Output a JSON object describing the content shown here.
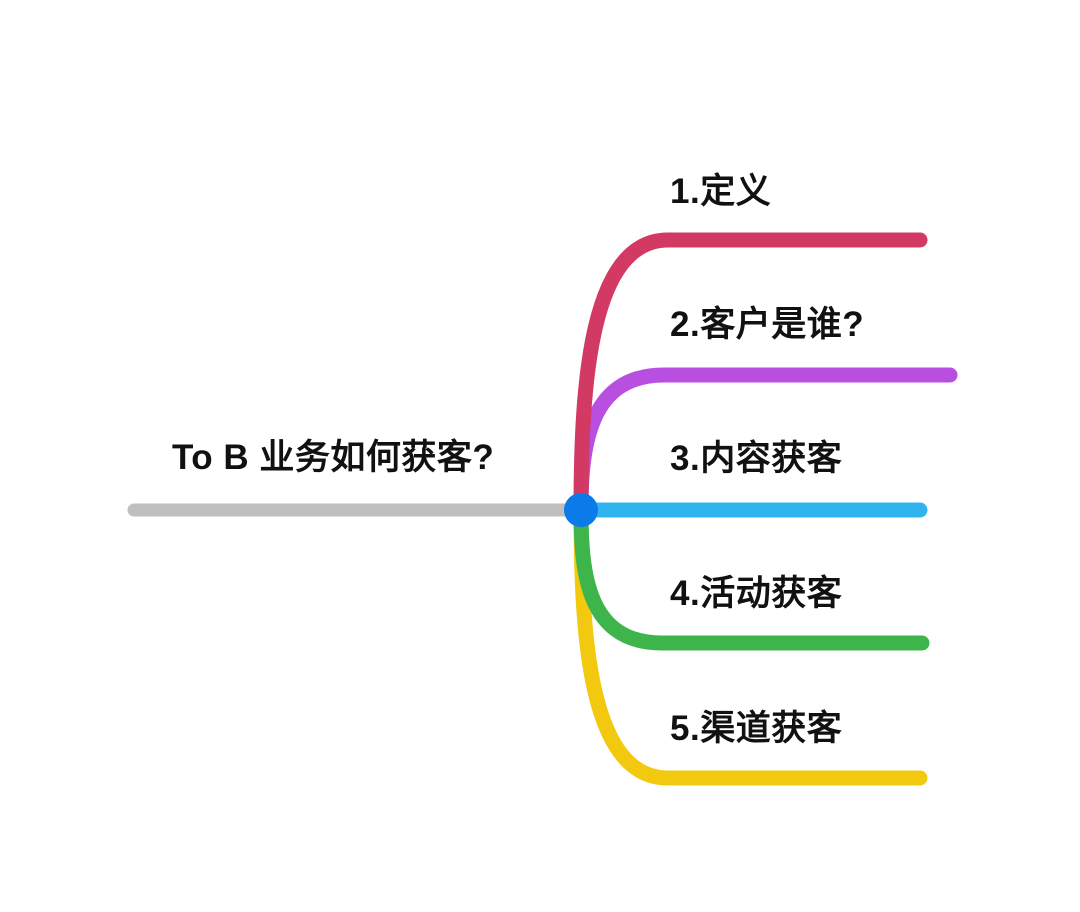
{
  "diagram": {
    "type": "mind-map",
    "orientation": "left-to-right",
    "background_color": "#FFFFFF",
    "text_color": "#111111",
    "root": {
      "label": "To B 业务如何获客?",
      "connector_color": "#BFBFBF",
      "node_color": "#0B7BEA"
    },
    "branches": [
      {
        "index": "1",
        "label": "1.定义",
        "color": "#D23A63",
        "color_name": "crimson"
      },
      {
        "index": "2",
        "label": "2.客户是谁?",
        "color": "#B84FE0",
        "color_name": "purple"
      },
      {
        "index": "3",
        "label": "3.内容获客",
        "color": "#2FB4F0",
        "color_name": "cyan"
      },
      {
        "index": "4",
        "label": "4.活动获客",
        "color": "#3DB54A",
        "color_name": "green"
      },
      {
        "index": "5",
        "label": "5.渠道获客",
        "color": "#F3C910",
        "color_name": "yellow"
      }
    ]
  }
}
